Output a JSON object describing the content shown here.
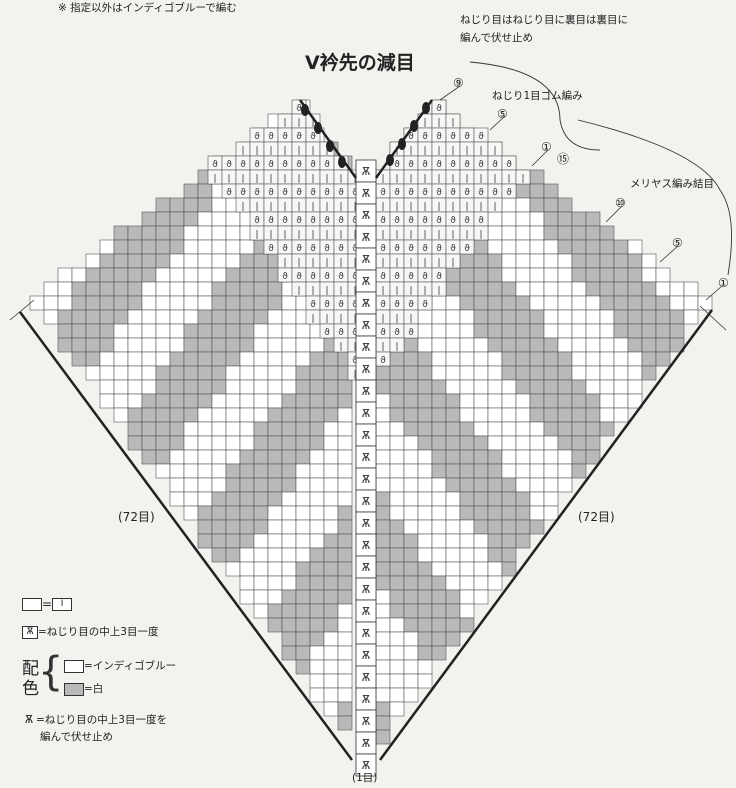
{
  "note": "※ 指定以外はインディゴブルーで編む",
  "notes": {
    "bind_off": "ねじり目はねじり目に裏目は裏目に",
    "bind_off2": "編んで伏せ止め",
    "vneck": "V衿先の減目",
    "rib": "ねじり1目ゴム編み",
    "stockinette": "メリヤス編み結目"
  },
  "row_numbers": [
    "⑨",
    "⑤",
    "①",
    "⑮",
    "⑩",
    "⑤",
    "①"
  ],
  "counts": {
    "left": "(72目)",
    "right": "(72目)",
    "bottom": "(1目)"
  },
  "legend": {
    "knit": "□=",
    "knit_symbol": "I",
    "decrease": "=ねじり目の中上3目一度",
    "color_label_1": "配",
    "color_label_2": "色",
    "indigo": "=インディゴブルー",
    "white": "=白",
    "decrease_bo": "=ねじり目の中上3目一度を",
    "decrease_bo2": "編んで伏せ止め"
  },
  "colors": {
    "indigo": "#ffffff",
    "white": "#b9b9b9",
    "line": "#333333"
  }
}
